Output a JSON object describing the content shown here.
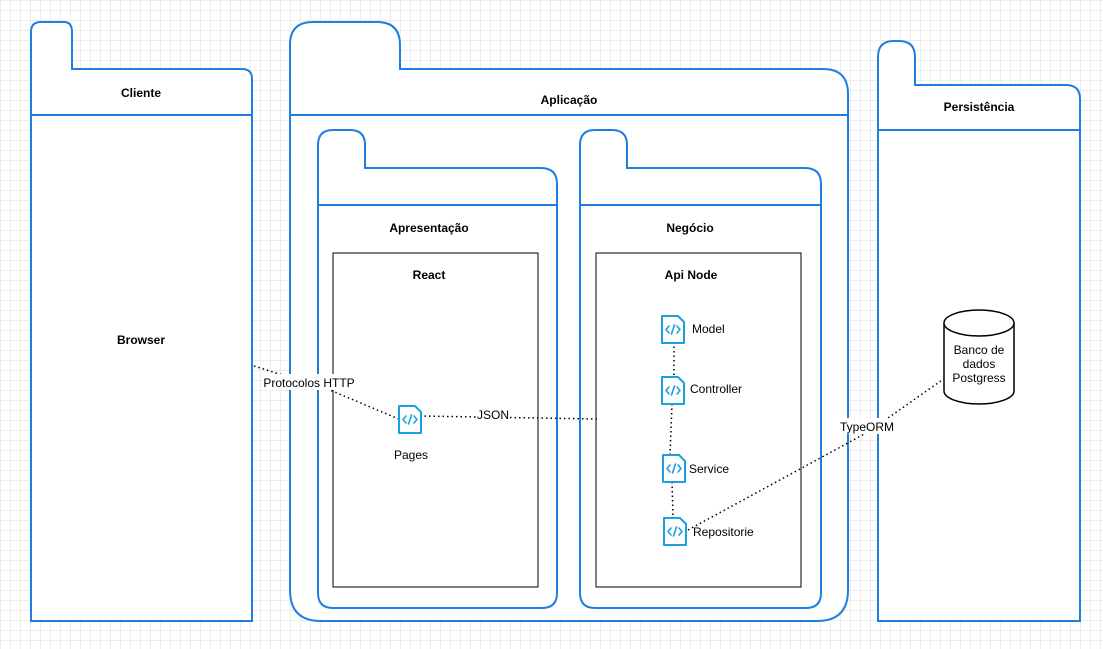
{
  "packages": {
    "cliente": "Cliente",
    "aplicacao": "Aplicação",
    "persistencia": "Persistência",
    "apresentacao": "Apresentação",
    "negocio": "Negócio"
  },
  "boxes": {
    "react": "React",
    "api_node": "Api Node"
  },
  "nodes": {
    "browser": "Browser",
    "pages": "Pages",
    "model": "Model",
    "controller": "Controller",
    "service": "Service",
    "repositorie": "Repositorie",
    "database_line1": "Banco de",
    "database_line2": "dados",
    "database_line3": "Postgress"
  },
  "edges": {
    "http": "Protocolos HTTP",
    "json": "JSON",
    "typeorm": "TypeORM"
  },
  "icons": {
    "component": "code-file-icon",
    "database": "database-cylinder-icon"
  },
  "colors": {
    "package_stroke": "#1f7fe0",
    "icon_stroke": "#1ba1e2"
  }
}
